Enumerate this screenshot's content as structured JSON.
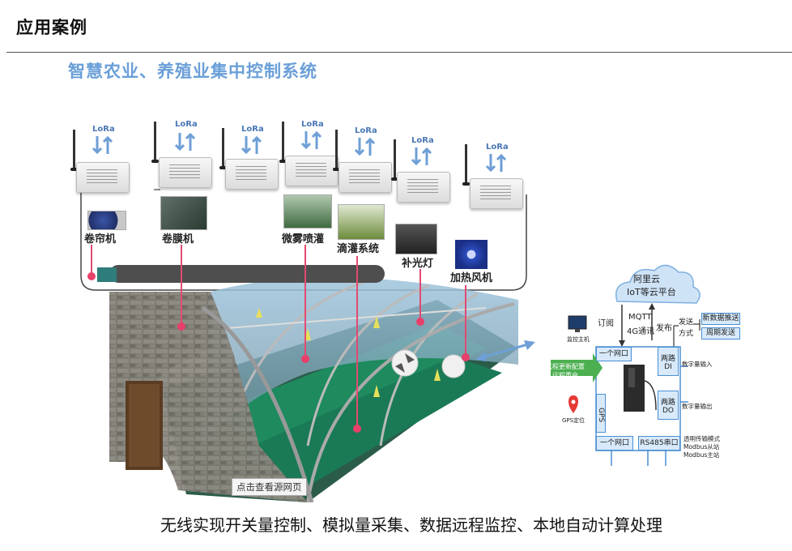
{
  "page_title": "应用案例",
  "section_title": "智慧农业、养殖业集中控制系统",
  "lora_label": "LoRa",
  "devices": [
    "卷帘机",
    "卷膜机",
    "微雾喷灌",
    "滴灌系统",
    "补光灯",
    "加热风机"
  ],
  "source_link": "点击查看源网页",
  "system": {
    "cloud": [
      "阿里云",
      "IoT等云平台"
    ],
    "subscribe": "订阅",
    "mqtt": [
      "MQTT",
      "4G通讯"
    ],
    "publish": "发布",
    "send_mode": [
      "发送",
      "方式"
    ],
    "send_new": "新数据推送",
    "send_cycle": "周期发送",
    "monitor_host": "监控主机",
    "remote_config": [
      "远程更新配置",
      "远程重启"
    ],
    "eth_top": "一个网口",
    "gps": "GPS",
    "gps_locate": "GPS定位",
    "di_box": [
      "两路",
      "DI"
    ],
    "di_label": "数字量输入",
    "do_box": [
      "两路",
      "DO"
    ],
    "do_label": "数字量输出",
    "eth_bottom": "一个网口",
    "rs485": "RS485串口",
    "modes": [
      "透明传输模式",
      "Modbus从站",
      "Modbus主站"
    ]
  },
  "caption": "无线实现开关量控制、模拟量采集、数据远程监控、本地自动计算处理"
}
